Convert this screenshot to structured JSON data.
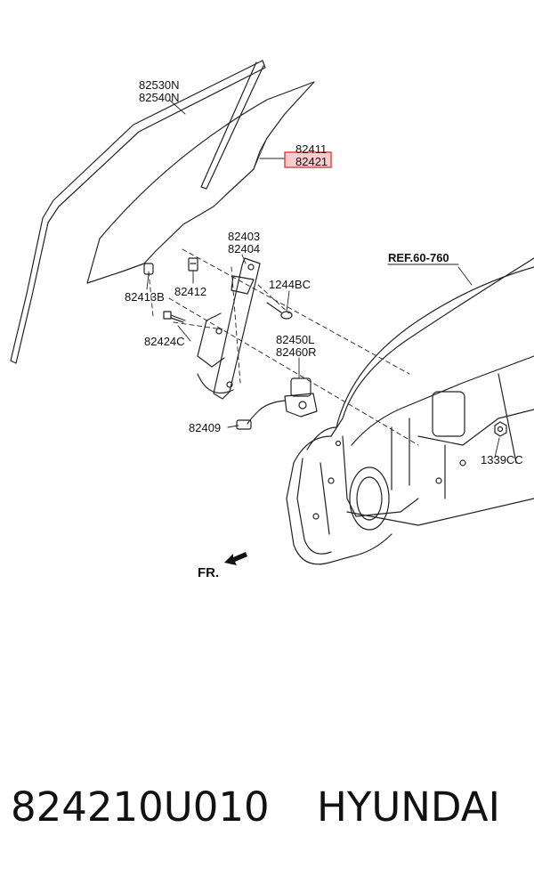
{
  "labels": {
    "p82530N": "82530N",
    "p82540N": "82540N",
    "p82411": "82411",
    "p82421": "82421",
    "p82403": "82403",
    "p82404": "82404",
    "p1244BC": "1244BC",
    "p82413B": "82413B",
    "p82412": "82412",
    "p82424C": "82424C",
    "p82450L": "82450L",
    "p82460R": "82460R",
    "p82409": "82409",
    "ref": "REF.60-760",
    "p1339CC": "1339CC",
    "fr": "FR."
  },
  "highlight_color": "#e03030",
  "footer": {
    "part_number": "824210U010",
    "brand": "HYUNDAI"
  }
}
